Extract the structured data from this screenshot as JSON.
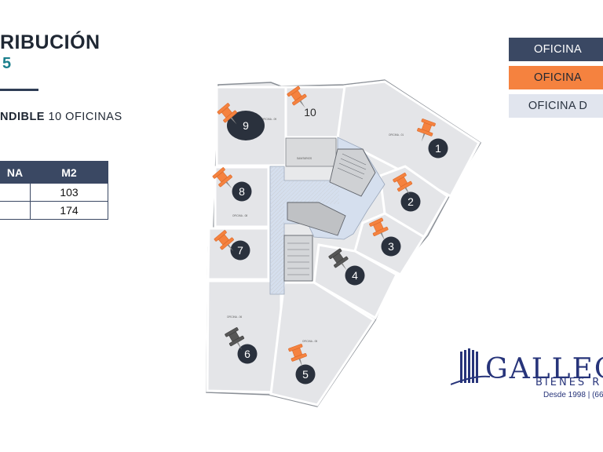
{
  "header": {
    "title": "RIBUCIÓN",
    "subtitle": "5",
    "summary_bold": "NDIBLE",
    "summary_rest": " 10 OFICINAS"
  },
  "table": {
    "headers": [
      "NA",
      "M2"
    ],
    "rows": [
      [
        "",
        "103"
      ],
      [
        "",
        "174"
      ]
    ]
  },
  "legend": [
    {
      "label": "OFICINA",
      "color": "#3a4863"
    },
    {
      "label": "OFICINA",
      "color": "#f5823f"
    },
    {
      "label": "OFICINA D",
      "color": "#e1e5ee"
    }
  ],
  "plan": {
    "offices": [
      "1",
      "2",
      "3",
      "4",
      "5",
      "6",
      "7",
      "8",
      "9",
      "10"
    ],
    "pin_colors": {
      "available": "#f5823f",
      "other": "#575757"
    },
    "room_labels": {
      "o1": "OFICINA - 01",
      "o5": "OFICINA - 05",
      "o6": "OFICINA - 06",
      "o8": "OFICINA - 08",
      "o9": "OFICINA - 09",
      "core": "SANITARIOS"
    }
  },
  "brand": {
    "name": "GALLEG",
    "tagline": "BIENES R",
    "since": "Desde 1998 | (66"
  }
}
